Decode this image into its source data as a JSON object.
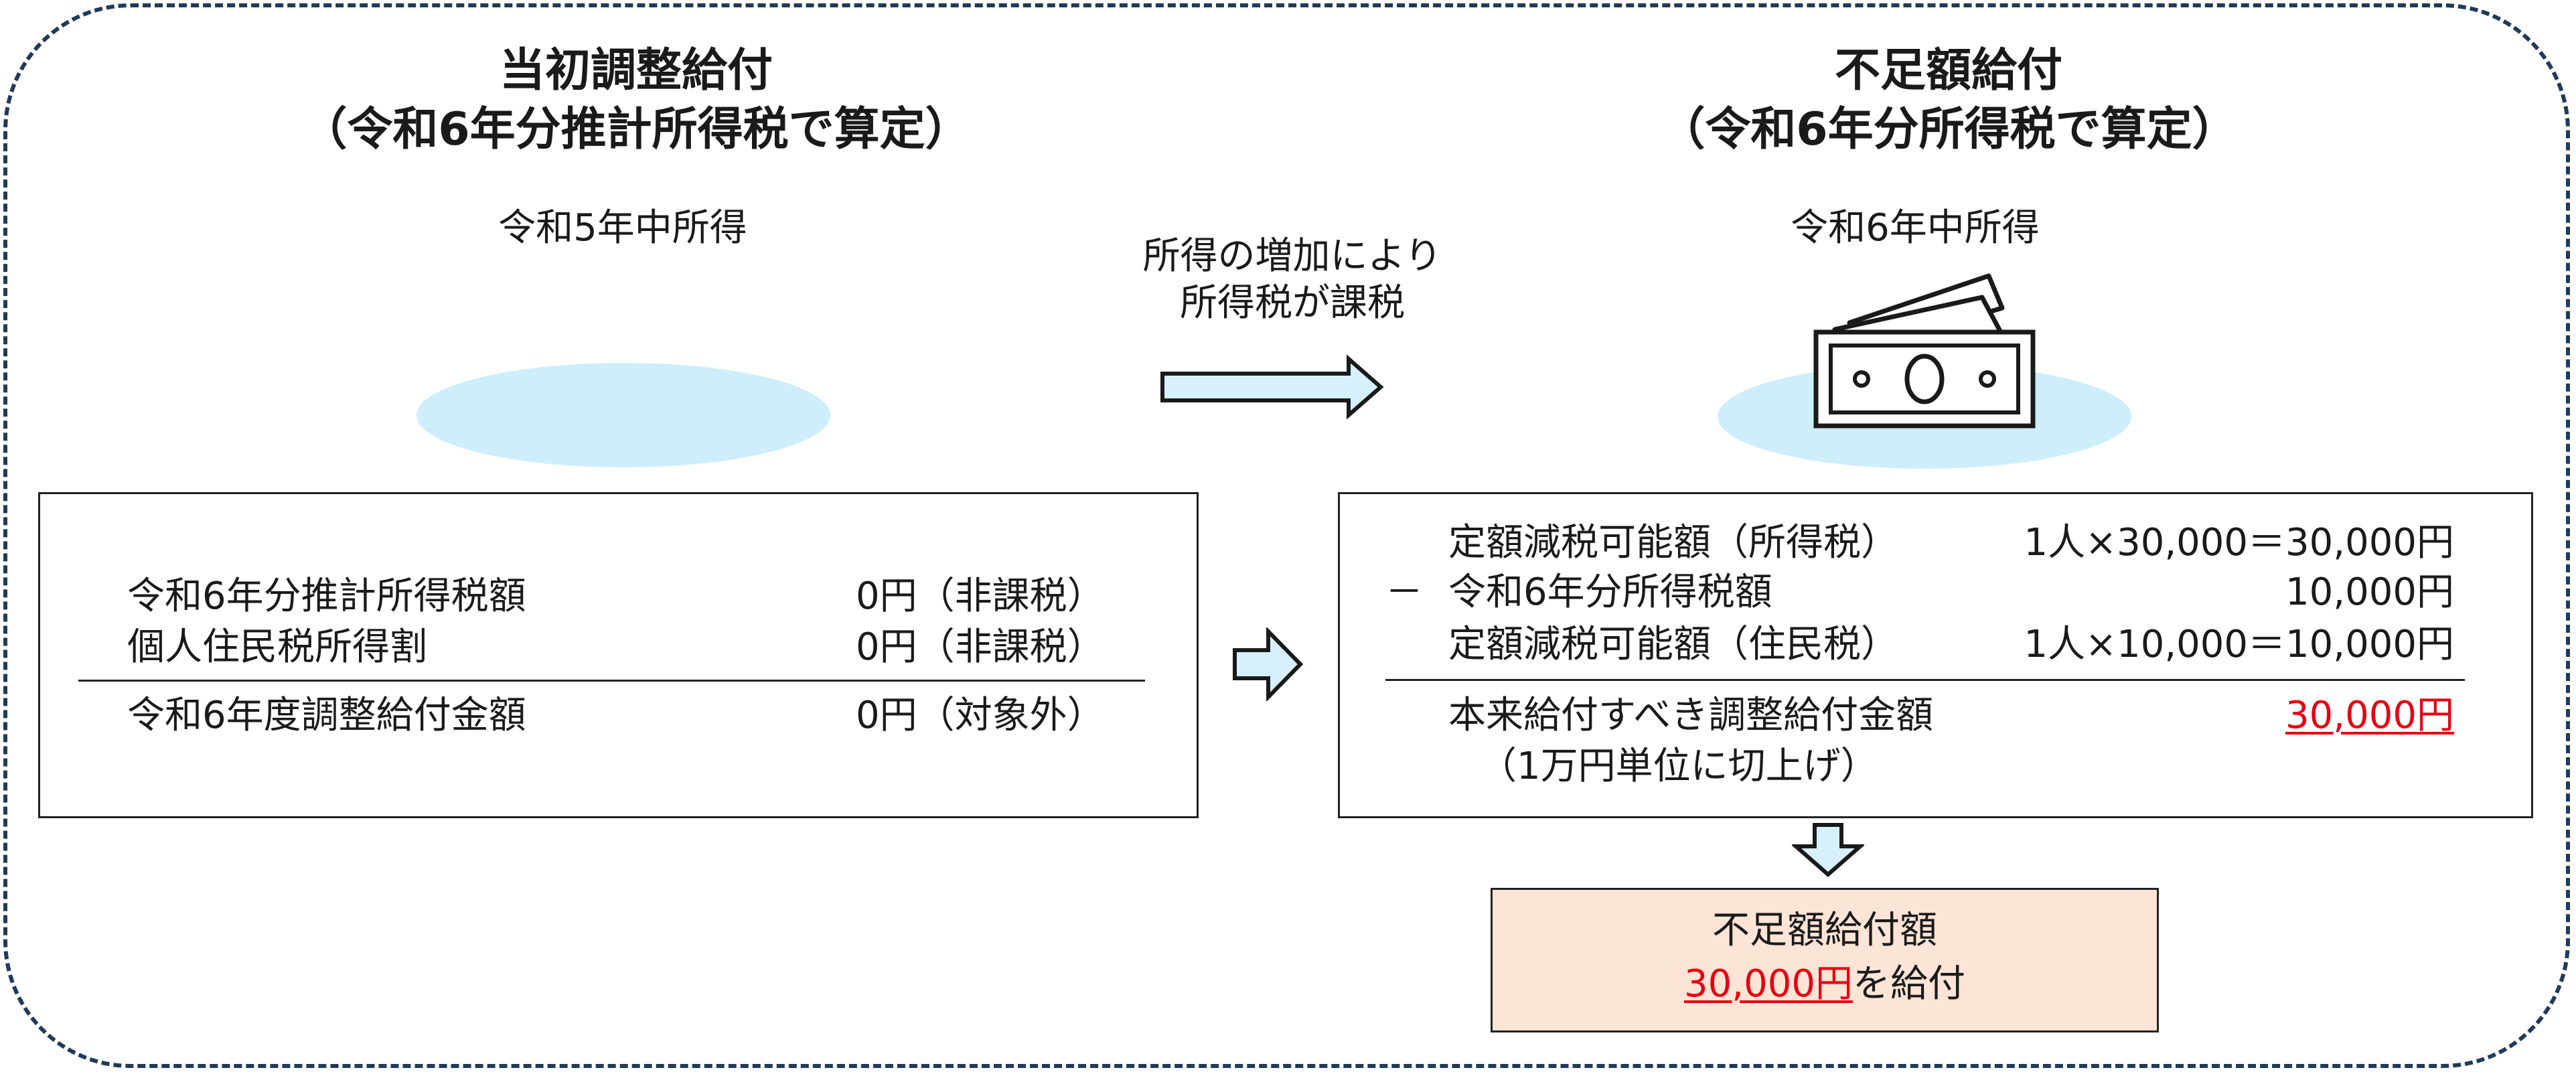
{
  "colors": {
    "border_dashed": "#1f3a5a",
    "ellipse_fill": "#cdeefa",
    "arrow_fill": "#d6f1fb",
    "result_fill": "#fce4d6",
    "highlight_red": "#e60012"
  },
  "left": {
    "title_line1": "当初調整給付",
    "title_line2": "（令和6年分推計所得税で算定）",
    "income_label": "令和5年中所得",
    "rows": [
      {
        "label": "令和6年分推計所得税額",
        "value": "0円（非課税）"
      },
      {
        "label": "個人住民税所得割",
        "value": "0円（非課税）"
      }
    ],
    "total": {
      "label": "令和6年度調整給付金額",
      "value": "0円（対象外）"
    }
  },
  "middle": {
    "note_line1": "所得の増加により",
    "note_line2": "所得税が課税",
    "icons": [
      "right-arrow-icon",
      "right-arrow-icon"
    ]
  },
  "right": {
    "title_line1": "不足額給付",
    "title_line2": "（令和6年分所得税で算定）",
    "income_label": "令和6年中所得",
    "income_icon": "banknotes-icon",
    "rows": [
      {
        "prefix": "",
        "label": "定額減税可能額（所得税）",
        "value": "1人×30,000＝30,000円"
      },
      {
        "prefix": "－",
        "label": "令和6年分所得税額",
        "value": "10,000円"
      },
      {
        "prefix": "",
        "label": "定額減税可能額（住民税）",
        "value": "1人×10,000＝10,000円"
      }
    ],
    "total": {
      "label": "本来給付すべき調整給付金額",
      "value": "30,000円",
      "note": "（1万円単位に切上げ）"
    },
    "result": {
      "line1": "不足額給付額",
      "amount": "30,000円",
      "suffix": "を給付"
    }
  }
}
